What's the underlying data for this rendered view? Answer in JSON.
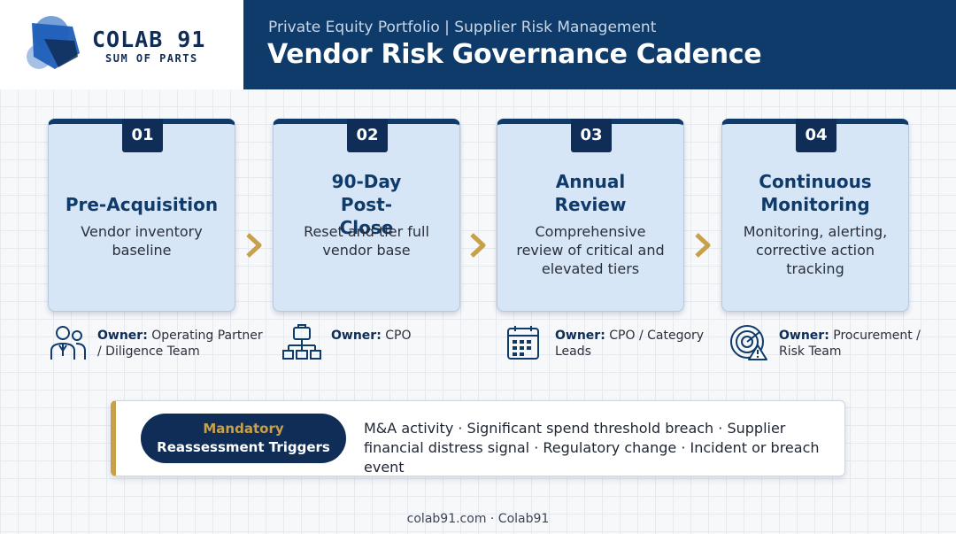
{
  "brand": {
    "name": "COLAB 91",
    "tagline": "SUM OF PARTS",
    "colors": {
      "navy": "#0f3b6b",
      "dark_navy": "#0f2d57",
      "gold": "#c9a04a",
      "card": "#d6e6f7"
    }
  },
  "header": {
    "subtitle": "Private Equity Portfolio | Supplier Risk Management",
    "title": "Vendor Risk Governance Cadence"
  },
  "stages": [
    {
      "num": "01",
      "title": "Pre-Acquisition",
      "desc": "Vendor inventory baseline",
      "owner_label": "Owner:",
      "owner": "Operating Partner / Diligence Team",
      "icon": "team-person-icon"
    },
    {
      "num": "02",
      "title": "90-Day Post-Close",
      "desc": "Reset and tier full vendor base",
      "owner_label": "Owner:",
      "owner": "CPO",
      "icon": "org-chart-briefcase-icon"
    },
    {
      "num": "03",
      "title": "Annual Review",
      "desc": "Comprehensive review of critical and elevated tiers",
      "owner_label": "Owner:",
      "owner": "CPO / Category Leads",
      "icon": "calendar-icon"
    },
    {
      "num": "04",
      "title": "Continuous Monitoring",
      "desc": "Monitoring, alerting, corrective action tracking",
      "owner_label": "Owner:",
      "owner": "Procurement / Risk Team",
      "icon": "radar-alert-icon"
    }
  ],
  "triggers": {
    "label_line1": "Mandatory",
    "label_line2": "Reassessment Triggers",
    "text": "M&A activity · Significant spend threshold breach · Supplier financial distress signal · Regulatory change · Incident or breach event"
  },
  "footer": "colab91.com · Colab91"
}
